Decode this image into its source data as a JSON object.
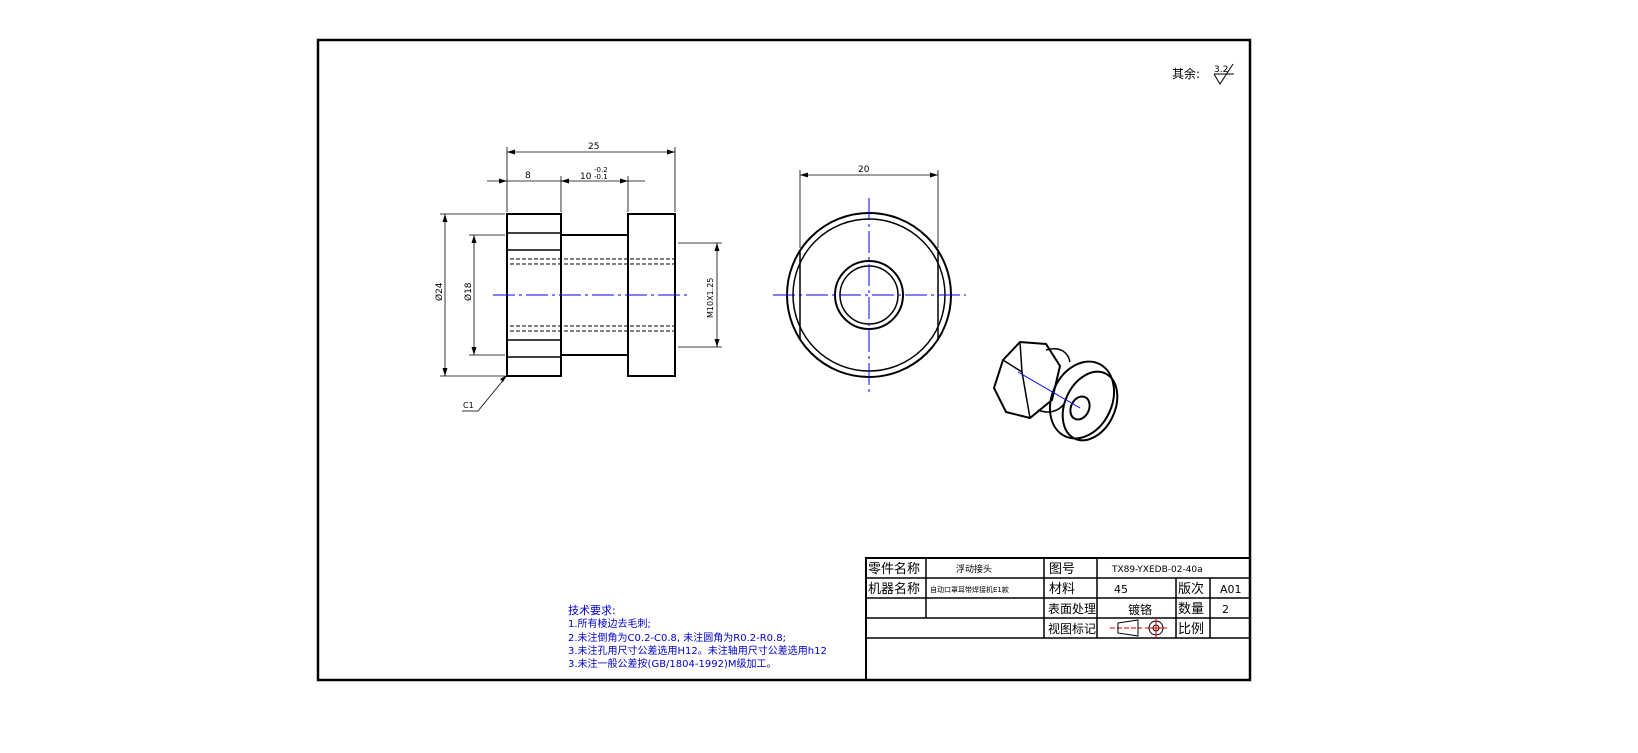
{
  "roughness": {
    "label": "其余:",
    "value": "3.2"
  },
  "dimensions": {
    "overall_length": "25",
    "head_length": "8",
    "flange_length": "10",
    "flange_tol_upper": "-0.2",
    "flange_tol_lower": "-0.1",
    "diameter_outer": "Ø24",
    "diameter_inner": "Ø18",
    "thread": "M10X1.25",
    "chamfer": "C1",
    "end_view_width": "20"
  },
  "tech_requirements": {
    "title": "技术要求:",
    "items": [
      "1.所有棱边去毛刺;",
      "2.未注倒角为C0.2-C0.8, 未注圆角为R0.2-R0.8;",
      "3.未注孔用尺寸公差选用H12。未注轴用尺寸公差选用h12",
      "3.未注一般公差按(GB/1804-1992)M级加工。"
    ]
  },
  "title_block": {
    "part_name_label": "零件名称",
    "part_name_value": "浮动接头",
    "drawing_no_label": "图号",
    "drawing_no_value": "TX89-YXEDB-02-40a",
    "machine_name_label": "机器名称",
    "machine_name_value": "自动口罩耳带焊接机E1款",
    "material_label": "材料",
    "material_value": "45",
    "version_label": "版次",
    "version_value": "A01",
    "surface_label": "表面处理",
    "surface_value": "镀铬",
    "quantity_label": "数量",
    "quantity_value": "2",
    "view_mark_label": "视图标记",
    "scale_label": "比例",
    "scale_value": ""
  },
  "colors": {
    "line": "#000000",
    "centerline": "#0000ff",
    "note_text": "#0000cc"
  }
}
